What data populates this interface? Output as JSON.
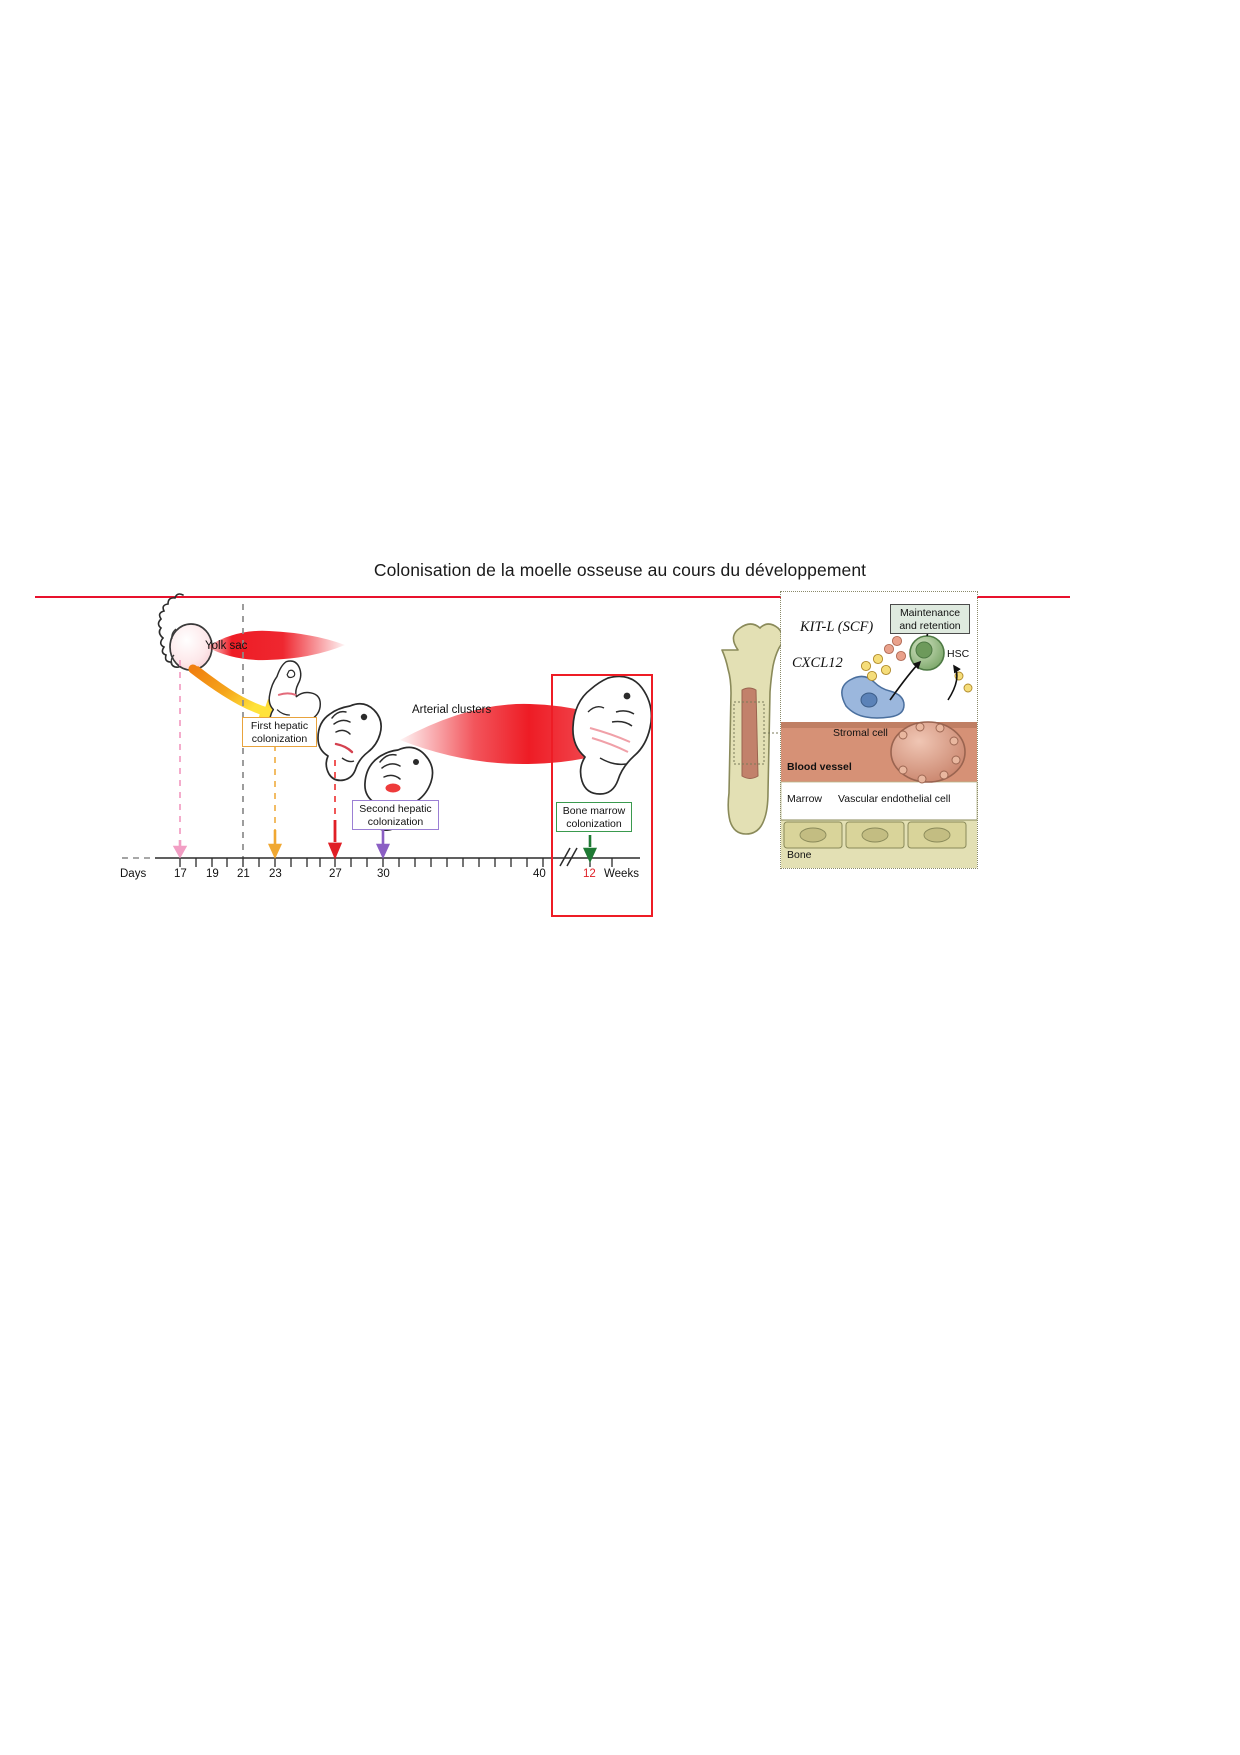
{
  "page": {
    "title": "Colonisation de la moelle osseuse au cours du développement",
    "rule_color": "#e8112d"
  },
  "timeline": {
    "axis_label": "Days",
    "weeks_label": "Weeks",
    "break_marker": "//",
    "ticks": [
      "17",
      "19",
      "21",
      "23",
      "27",
      "30",
      "40"
    ],
    "weeks_value": "12",
    "events": [
      {
        "name": "yolk-sac",
        "label": "Yolk sac",
        "color": "#ee1c25"
      },
      {
        "name": "first-hepatic-colonization",
        "label": "First hepatic\ncolonization",
        "line1": "First hepatic",
        "line2": "colonization",
        "color": "#e8a33d"
      },
      {
        "name": "arterial-clusters",
        "label": "Arterial clusters",
        "color": "#ee1c25"
      },
      {
        "name": "second-hepatic-colonization",
        "line1": "Second hepatic",
        "line2": "colonization",
        "color": "#9b7fd4"
      },
      {
        "name": "bone-marrow-colonization",
        "line1": "Bone marrow",
        "line2": "colonization",
        "color": "#3a9a4e"
      }
    ],
    "guide_colors": {
      "pink": "#f29ec4",
      "gray": "#8c8c8c",
      "orange": "#f0b04a",
      "red": "#ee3b3b",
      "purple": "#9b7fd4",
      "green": "#2f8a45"
    }
  },
  "bone_marrow": {
    "kit_l": "KIT-L (SCF)",
    "cxcl12": "CXCL12",
    "maintenance_line1": "Maintenance",
    "maintenance_line2": "and retention",
    "hsc": "HSC",
    "stromal_cell": "Stromal cell",
    "blood_vessel": "Blood vessel",
    "marrow": "Marrow",
    "vascular_endothelial_cell": "Vascular endothelial cell",
    "bone": "Bone",
    "colors": {
      "vessel": "#d69176",
      "vessel_light": "#e7b39c",
      "bone_fill": "#e3e0b4",
      "bone_outline": "#8a8a5a",
      "stromal": "#9bb7dd",
      "hsc": "#8fb57e",
      "marrow_fill": "#ffffff",
      "maintenance_box": "#dfeadf"
    }
  }
}
